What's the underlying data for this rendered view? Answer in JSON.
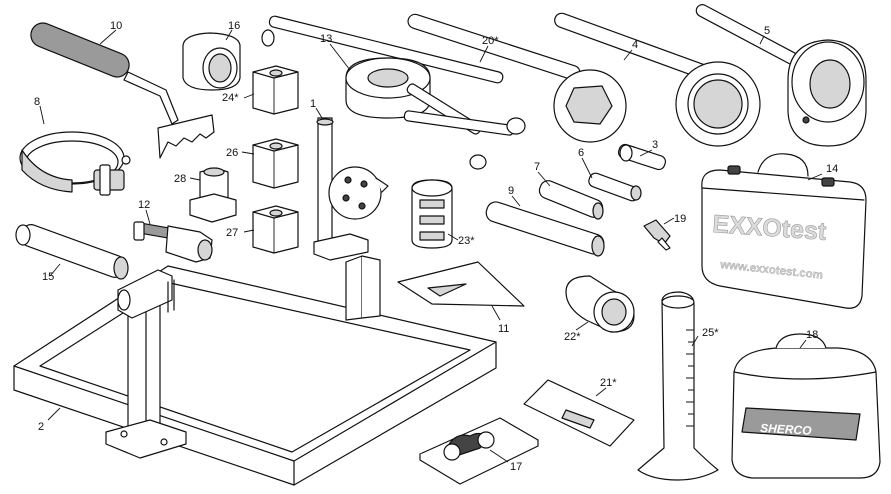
{
  "labels": {
    "n1": "1",
    "n2": "2",
    "n3": "3",
    "n4": "4",
    "n5": "5",
    "n6": "6",
    "n7": "7",
    "n8": "8",
    "n9": "9",
    "n10": "10",
    "n11": "11",
    "n12": "12",
    "n13": "13",
    "n14": "14",
    "n15": "15",
    "n16": "16",
    "n17": "17",
    "n18": "18",
    "n19": "19",
    "n20": "20*",
    "n21": "21*",
    "n22": "22*",
    "n23": "23*",
    "n24": "24*",
    "n25": "25*",
    "n26": "26",
    "n27": "27",
    "n28": "28"
  },
  "case": {
    "brand": "EXXOtest",
    "url": "www.exxotest.com"
  },
  "bag": {
    "brand": "SHERCO"
  }
}
